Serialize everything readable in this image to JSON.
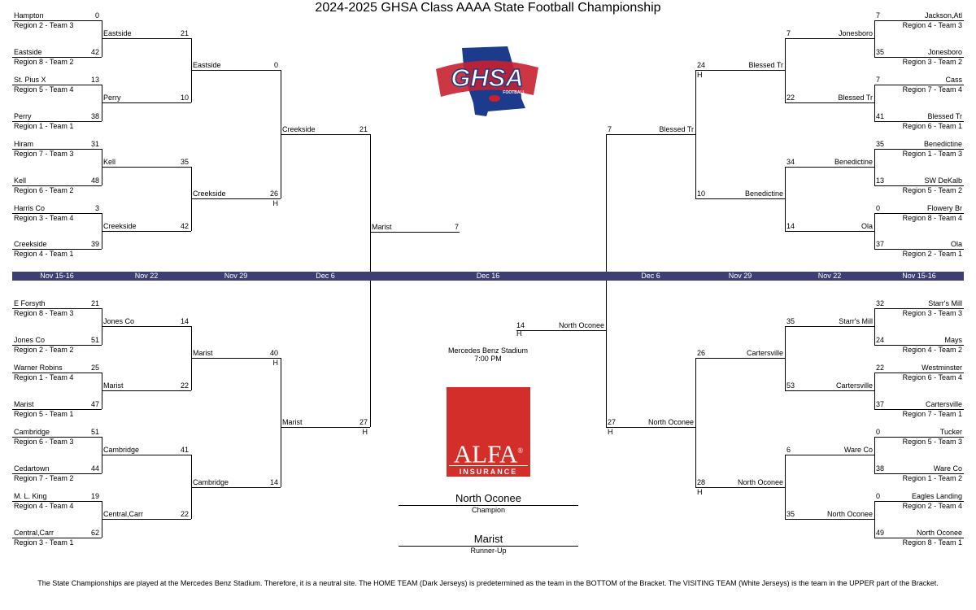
{
  "title": "2024-2025 GHSA Class AAAA State Football Championship",
  "colors": {
    "band": "#3d3f73",
    "logo_navy": "#1c3b8c",
    "logo_red": "#c8202f",
    "alfa_red": "#d42e2a"
  },
  "rounds_left": [
    "Nov 15-16",
    "Nov 22",
    "Nov 29",
    "Dec 6"
  ],
  "final_round": "Dec 16",
  "rounds_right": [
    "Dec 6",
    "Nov 29",
    "Nov 22",
    "Nov 15-16"
  ],
  "left": {
    "top": {
      "r1": [
        {
          "team": "Hampton",
          "seed": "Region 2 -  Team 3",
          "score": "0"
        },
        {
          "team": "Eastside",
          "seed": "Region 8 -  Team 2",
          "score": "42"
        },
        {
          "team": "St. Pius X",
          "seed": "Region 5 -  Team 4",
          "score": "13"
        },
        {
          "team": "Perry",
          "seed": "Region 1 -  Team 1",
          "score": "38"
        },
        {
          "team": "Hiram",
          "seed": "Region 7 -  Team 3",
          "score": "31"
        },
        {
          "team": "Kell",
          "seed": "Region 6 -  Team 2",
          "score": "48"
        },
        {
          "team": "Harris Co",
          "seed": "Region 3 -  Team 4",
          "score": "3"
        },
        {
          "team": "Creekside",
          "seed": "Region 4 -  Team 1",
          "score": "39"
        }
      ],
      "r2": [
        {
          "team": "Eastside",
          "score": "21"
        },
        {
          "team": "Perry",
          "score": "10"
        },
        {
          "team": "Kell",
          "score": "35"
        },
        {
          "team": "Creekside",
          "score": "42"
        }
      ],
      "r3": [
        {
          "team": "Eastside",
          "score": "0"
        },
        {
          "team": "Creekside",
          "score": "26",
          "home": "H"
        }
      ],
      "r4": {
        "team": "Creekside",
        "score": "21"
      }
    },
    "bottom": {
      "r1": [
        {
          "team": "E Forsyth",
          "seed": "Region 8 -  Team 3",
          "score": "21"
        },
        {
          "team": "Jones Co",
          "seed": "Region 2 -  Team 2",
          "score": "51"
        },
        {
          "team": "Warner Robins",
          "seed": "Region 1 -  Team 4",
          "score": "25"
        },
        {
          "team": "Marist",
          "seed": "Region 5 -  Team 1",
          "score": "47"
        },
        {
          "team": "Cambridge",
          "seed": "Region 6 -  Team 3",
          "score": "51"
        },
        {
          "team": "Cedartown",
          "seed": "Region 7 -  Team 2",
          "score": "44"
        },
        {
          "team": "M. L. King",
          "seed": "Region 4 -  Team 4",
          "score": "19"
        },
        {
          "team": "Central,Carr",
          "seed": "Region 3 -  Team 1",
          "score": "62"
        }
      ],
      "r2": [
        {
          "team": "Jones Co",
          "score": "14"
        },
        {
          "team": "Marist",
          "score": "22"
        },
        {
          "team": "Cambridge",
          "score": "41"
        },
        {
          "team": "Central,Carr",
          "score": "22"
        }
      ],
      "r3": [
        {
          "team": "Marist",
          "score": "40",
          "home": "H"
        },
        {
          "team": "Cambridge",
          "score": "14"
        }
      ],
      "r4": {
        "team": "Marist",
        "score": "27",
        "home": "H"
      }
    },
    "final": {
      "team": "Marist",
      "score": "7"
    }
  },
  "right": {
    "top": {
      "r1": [
        {
          "team": "Jackson,Atl",
          "seed": "Region 4 -  Team 3",
          "score": "7"
        },
        {
          "team": "Jonesboro",
          "seed": "Region 3 -  Team 2",
          "score": "35"
        },
        {
          "team": "Cass",
          "seed": "Region 7 -  Team 4",
          "score": "7"
        },
        {
          "team": "Blessed Tr",
          "seed": "Region 6 -  Team 1",
          "score": "41"
        },
        {
          "team": "Benedictine",
          "seed": "Region 1 -  Team 3",
          "score": "35"
        },
        {
          "team": "SW DeKalb",
          "seed": "Region 5 -  Team 2",
          "score": "13"
        },
        {
          "team": "Flowery Br",
          "seed": "Region 8 -  Team 4",
          "score": "0"
        },
        {
          "team": "Ola",
          "seed": "Region 2 -  Team 1",
          "score": "37"
        }
      ],
      "r2": [
        {
          "team": "Jonesboro",
          "score": "7"
        },
        {
          "team": "Blessed Tr",
          "score": "22"
        },
        {
          "team": "Benedictine",
          "score": "34"
        },
        {
          "team": "Ola",
          "score": "14"
        }
      ],
      "r3": [
        {
          "team": "Blessed Tr",
          "score": "24",
          "home": "H"
        },
        {
          "team": "Benedictine",
          "score": "10"
        }
      ],
      "r4": {
        "team": "Blessed Tr",
        "score": "7"
      }
    },
    "bottom": {
      "r1": [
        {
          "team": "Starr's Mill",
          "seed": "Region 3 -  Team 3",
          "score": "32"
        },
        {
          "team": "Mays",
          "seed": "Region 4 -  Team 2",
          "score": "24"
        },
        {
          "team": "Westminster",
          "seed": "Region 6 -  Team 4",
          "score": "22"
        },
        {
          "team": "Cartersville",
          "seed": "Region 7 -  Team 1",
          "score": "37"
        },
        {
          "team": "Tucker",
          "seed": "Region 5 -  Team 3",
          "score": "0"
        },
        {
          "team": "Ware Co",
          "seed": "Region 1 -  Team 2",
          "score": "38"
        },
        {
          "team": "Eagles Landing",
          "seed": "Region 2 -  Team 4",
          "score": "0"
        },
        {
          "team": "North Oconee",
          "seed": "Region 8 -  Team 1",
          "score": "49"
        }
      ],
      "r2": [
        {
          "team": "Starr's Mill",
          "score": "35"
        },
        {
          "team": "Cartersville",
          "score": "53"
        },
        {
          "team": "Ware Co",
          "score": "6"
        },
        {
          "team": "North Oconee",
          "score": "35"
        }
      ],
      "r3": [
        {
          "team": "Cartersville",
          "score": "26"
        },
        {
          "team": "North Oconee",
          "score": "28",
          "home": "H"
        }
      ],
      "r4": {
        "team": "North Oconee",
        "score": "27",
        "home": "H"
      }
    },
    "final": {
      "team": "North Oconee",
      "score": "14",
      "home": "H"
    }
  },
  "logo": {
    "text": "GHSA",
    "subtext": "FOOTBALL"
  },
  "venue": {
    "name": "Mercedes Benz Stadium",
    "time": "7:00 PM"
  },
  "sponsor": {
    "name": "ALFA",
    "mark": "®",
    "sub": "INSURANCE"
  },
  "champion": {
    "team": "North Oconee",
    "label": "Champion"
  },
  "runner_up": {
    "team": "Marist",
    "label": "Runner-Up"
  },
  "footer": "The State Championships are played at the Mercedes Benz Stadium. Therefore, it is a neutral site. The HOME TEAM (Dark Jerseys) is predetermined as the team in the BOTTOM of the Bracket. The VISITING TEAM (White Jerseys) is the team in the UPPER part of the Bracket."
}
